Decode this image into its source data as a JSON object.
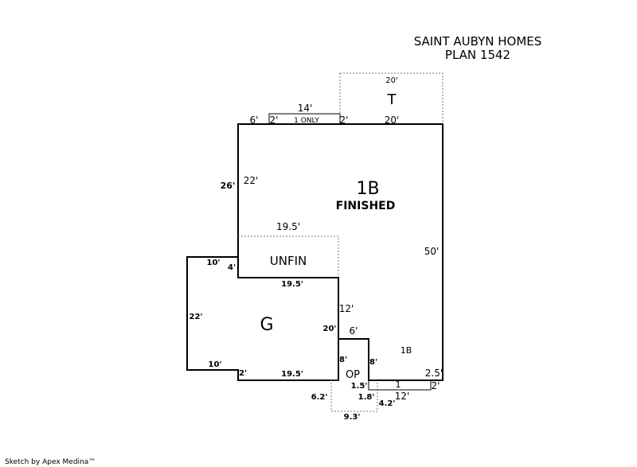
{
  "title": {
    "line1": "SAINT AUBYN HOMES",
    "line2": "PLAN 1542"
  },
  "credit": "Sketch by Apex Medina™",
  "areas": {
    "t": "T",
    "main": "1B",
    "finished": "FINISHED",
    "unfin": "UNFIN",
    "garage": "G",
    "op": "OP",
    "small_1b": "1B"
  },
  "dimensions": {
    "t_top": "20'",
    "t_bottom": "20'",
    "ext_14": "14'",
    "ext_6": "6'",
    "ext_2_left": "2'",
    "ext_note": "1 ONLY",
    "ext_2_right": "2'",
    "left_26": "26'",
    "left_22": "22'",
    "right_50": "50'",
    "unfin_top": "19.5'",
    "unfin_4": "4'",
    "g_top_10": "10'",
    "g_19_5_top": "19.5'",
    "g_left_22": "22'",
    "g_right_20": "20'",
    "g_bottom_10": "10'",
    "g_bottom_2": "2'",
    "g_bottom_19_5": "19.5'",
    "mid_12": "12'",
    "mid_6": "6'",
    "op_8_left": "8'",
    "op_8_right": "8'",
    "op_1_5": "1.5'",
    "op_6_2": "6.2'",
    "op_1_8": "1.8'",
    "op_4_2": "4.2'",
    "op_9_3": "9.3'",
    "bot_1": "1",
    "bot_12": "12'",
    "bot_2": "2'",
    "bot_2_5": "2.5'"
  }
}
